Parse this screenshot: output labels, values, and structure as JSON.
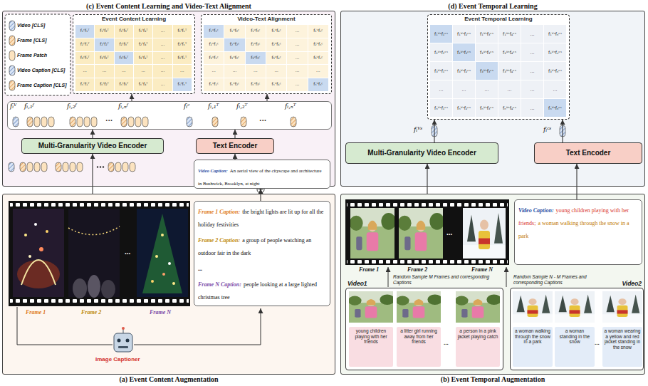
{
  "diagram": {
    "nodes": [
      {
        "text": [
          "(c) Event Content Learning and Video-Text Alignment"
        ]
      },
      {
        "text": [
          "Event Content Learning"
        ],
        "in": 0
      },
      {
        "text": [
          "Video-Text Alignment"
        ],
        "in": 0
      },
      {
        "text": [
          "fᵢⱽ",
          "fᵢ,₁ᶠ",
          "fᵢ,₂ᶠ",
          "...",
          "fᵢ,ₙᶠ",
          "fᵢᶜ",
          "fᵢ,₁ᵀ",
          "fᵢ,₂ᵀ",
          "...",
          "fᵢ,ₙᵀ"
        ],
        "in": 0
      },
      {
        "text": [
          "Multi-Granularity Video Encoder"
        ],
        "in": 0
      },
      {
        "text": [
          "Text Encoder"
        ],
        "in": 0
      },
      {
        "text": [
          "Video Caption:",
          "An aerial view of the cityscape and architecture in Bushwick, Brooklyn, at night"
        ],
        "in": 0
      },
      {
        "text": [
          "(a) Event Content Augmentation"
        ]
      },
      {
        "text": [
          "Frame 1 Caption:",
          "the bright lights are lit up for all the holiday festivities",
          "Frame 2 Caption:",
          "a group of people watching an outdoor fair in the dark",
          "...",
          "Frame N Caption:",
          "people looking at a large lighted christmas tree"
        ],
        "in": 7
      },
      {
        "text": [
          "(d) Event Temporal Learning"
        ]
      },
      {
        "text": [
          "Event Temporal Learning"
        ],
        "in": 9
      },
      {
        "text": [
          "Multi-Granularity Video Encoder"
        ],
        "in": 9
      },
      {
        "text": [
          "Text Encoder"
        ],
        "in": 9
      },
      {
        "text": [
          "(b) Event Temporal Augmentation"
        ]
      },
      {
        "text": [
          "Video Caption:",
          "young children playing with her friends;",
          "a woman walking through the snow in a park"
        ],
        "in": 13
      },
      {
        "text": [
          "Video1",
          "young children playing with her friends",
          "a litter girl running away from her friends",
          "...",
          "a person in a pink jacket playing catch"
        ],
        "in": 13
      },
      {
        "text": [
          "Video2",
          "a woman walking through the snow in a park",
          "a woman standing in the snow",
          "...",
          "a woman wearing a yellow and red jacket standing in the snow"
        ],
        "in": 13
      }
    ],
    "edges": [
      {
        "from": 7,
        "to": 4,
        "arrow": "to"
      },
      {
        "from": 8,
        "to": 6,
        "arrow": "to"
      },
      {
        "from": 6,
        "to": 5,
        "arrow": "to"
      },
      {
        "from": 4,
        "to": 3,
        "arrow": "to"
      },
      {
        "from": 5,
        "to": 3,
        "arrow": "to"
      },
      {
        "from": 3,
        "to": 1,
        "arrow": "to"
      },
      {
        "from": 3,
        "to": 2,
        "arrow": "to"
      },
      {
        "from": 11,
        "to": 10,
        "arrow": "to"
      },
      {
        "from": 12,
        "to": 10,
        "arrow": "to"
      },
      {
        "from": 13,
        "to": 11,
        "arrow": "to"
      },
      {
        "from": 14,
        "to": 12,
        "arrow": "to"
      }
    ],
    "labels": [
      "f₁ᶠf₁ᵀ",
      "f₁ᶠf₂ᵀ",
      "f₁ᶠf₃ᵀ",
      "f₁ᶠf₄ᵀ",
      "...",
      "f₁ᶠfₙᵀ",
      "f₂ᶠf₁ᵀ",
      "f₂ᶠf₂ᵀ",
      "f₂ᶠf₃ᵀ",
      "f₂ᶠf₄ᵀ",
      "...",
      "f₂ᶠfₙᵀ",
      "f₃ᶠf₁ᵀ",
      "f₃ᶠf₂ᵀ",
      "f₃ᶠf₃ᵀ",
      "f₃ᶠf₄ᵀ",
      "...",
      "f₃ᶠfₙᵀ",
      "...",
      "...",
      "...",
      "...",
      "...",
      "...",
      "fₙᶠf₁ᵀ",
      "fₙᶠf₂ᵀ",
      "fₙᶠf₃ᵀ",
      "fₙᶠf₄ᵀ",
      "...",
      "fₙᶠfₙᵀ",
      "f₁ⱽf₁ᶜ",
      "f₁ⱽf₂ᶜ",
      "f₁ⱽf₃ᶜ",
      "f₁ⱽf₄ᶜ",
      "...",
      "f₁ⱽfₙᶜ",
      "f₂ⱽf₁ᶜ",
      "f₂ⱽf₂ᶜ",
      "f₂ⱽf₃ᶜ",
      "f₂ⱽf₄ᶜ",
      "...",
      "f₂ⱽfₙᶜ",
      "f₃ⱽf₁ᶜ",
      "f₃ⱽf₂ᶜ",
      "f₃ⱽf₃ᶜ",
      "f₃ⱽf₄ᶜ",
      "...",
      "f₃ⱽfₙᶜ",
      "...",
      "...",
      "...",
      "...",
      "...",
      "...",
      "fₙⱽf₁ᶜ",
      "fₙⱽf₂ᶜ",
      "fₙⱽf₃ᶜ",
      "fₙⱽf₄ᶜ",
      "...",
      "fₙⱽfₙᶜ",
      "f₁ⱽˢf₁ᶜˢ",
      "f₁ⱽˢf₂ᶜˢ",
      "f₁ⱽˢf₃ᶜˢ",
      "f₁ⱽˢf₄ᶜˢ",
      "...",
      "f₁ⱽˢfₙᶜˢ",
      "f₂ⱽˢf₁ᶜˢ",
      "f₂ⱽˢf₂ᶜˢ",
      "f₂ⱽˢf₃ᶜˢ",
      "f₂ⱽˢf₄ᶜˢ",
      "...",
      "f₂ⱽˢfₙᶜˢ",
      "f₃ⱽˢf₁ᶜˢ",
      "f₃ⱽˢf₂ᶜˢ",
      "f₃ⱽˢf₃ᶜˢ",
      "f₃ⱽˢf₄ᶜˢ",
      "...",
      "f₃ⱽˢfₙᶜˢ",
      "...",
      "...",
      "...",
      "...",
      "...",
      "...",
      "fₙⱽˢf₁ᶜˢ",
      "fₙⱽˢf₂ᶜˢ",
      "fₙⱽˢf₃ᶜˢ",
      "fₙⱽˢf₄ᶜˢ",
      "...",
      "fₙⱽˢfₙᶜˢ",
      "fᵢⱽˢ",
      "fᵢᶜˢ",
      "Frame 1",
      "Frame 2",
      "...",
      "Frame N",
      "Image Captioner",
      "Frame 1",
      "Frame 2",
      "...",
      "Frame N",
      "Random Sample M Frames and corresponding Captions",
      "Random Sample N - M Frames and corresponding Captions"
    ],
    "legend": [
      {
        "text": "Video [CLS]"
      },
      {
        "text": "Frame [CLS]"
      },
      {
        "text": "Frame Patch"
      },
      {
        "text": "Video Caption [CLS]"
      },
      {
        "text": "Frame Caption [CLS]"
      }
    ]
  }
}
